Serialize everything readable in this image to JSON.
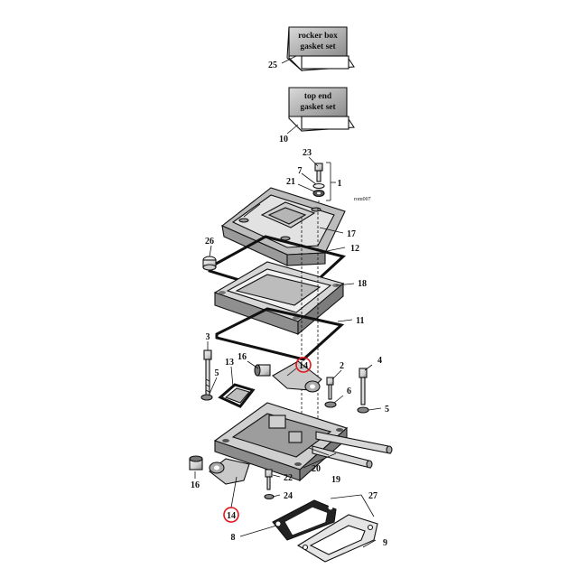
{
  "kits": [
    {
      "id": "rocker",
      "line1": "rocker box",
      "line2": "gasket set",
      "number": "25"
    },
    {
      "id": "topend",
      "line1": "top end",
      "line2": "gasket set",
      "number": "10"
    }
  ],
  "diagram_code": "rom007",
  "callouts": {
    "n23": "23",
    "n7": "7",
    "n21": "21",
    "n1": "1",
    "n17": "17",
    "n26": "26",
    "n12": "12",
    "n18": "18",
    "n11": "11",
    "n3": "3",
    "n4": "4",
    "n2": "2",
    "n16a": "16",
    "n14a": "14",
    "n13": "13",
    "n5a": "5",
    "n6": "6",
    "n5b": "5",
    "n19": "19",
    "n20": "20",
    "n16b": "16",
    "n14b": "14",
    "n22": "22",
    "n24": "24",
    "n27": "27",
    "n8": "8",
    "n9": "9"
  },
  "colors": {
    "highlight_circle": "#e0151b",
    "gasket": "#111111",
    "shade": "#9a9a9a"
  }
}
